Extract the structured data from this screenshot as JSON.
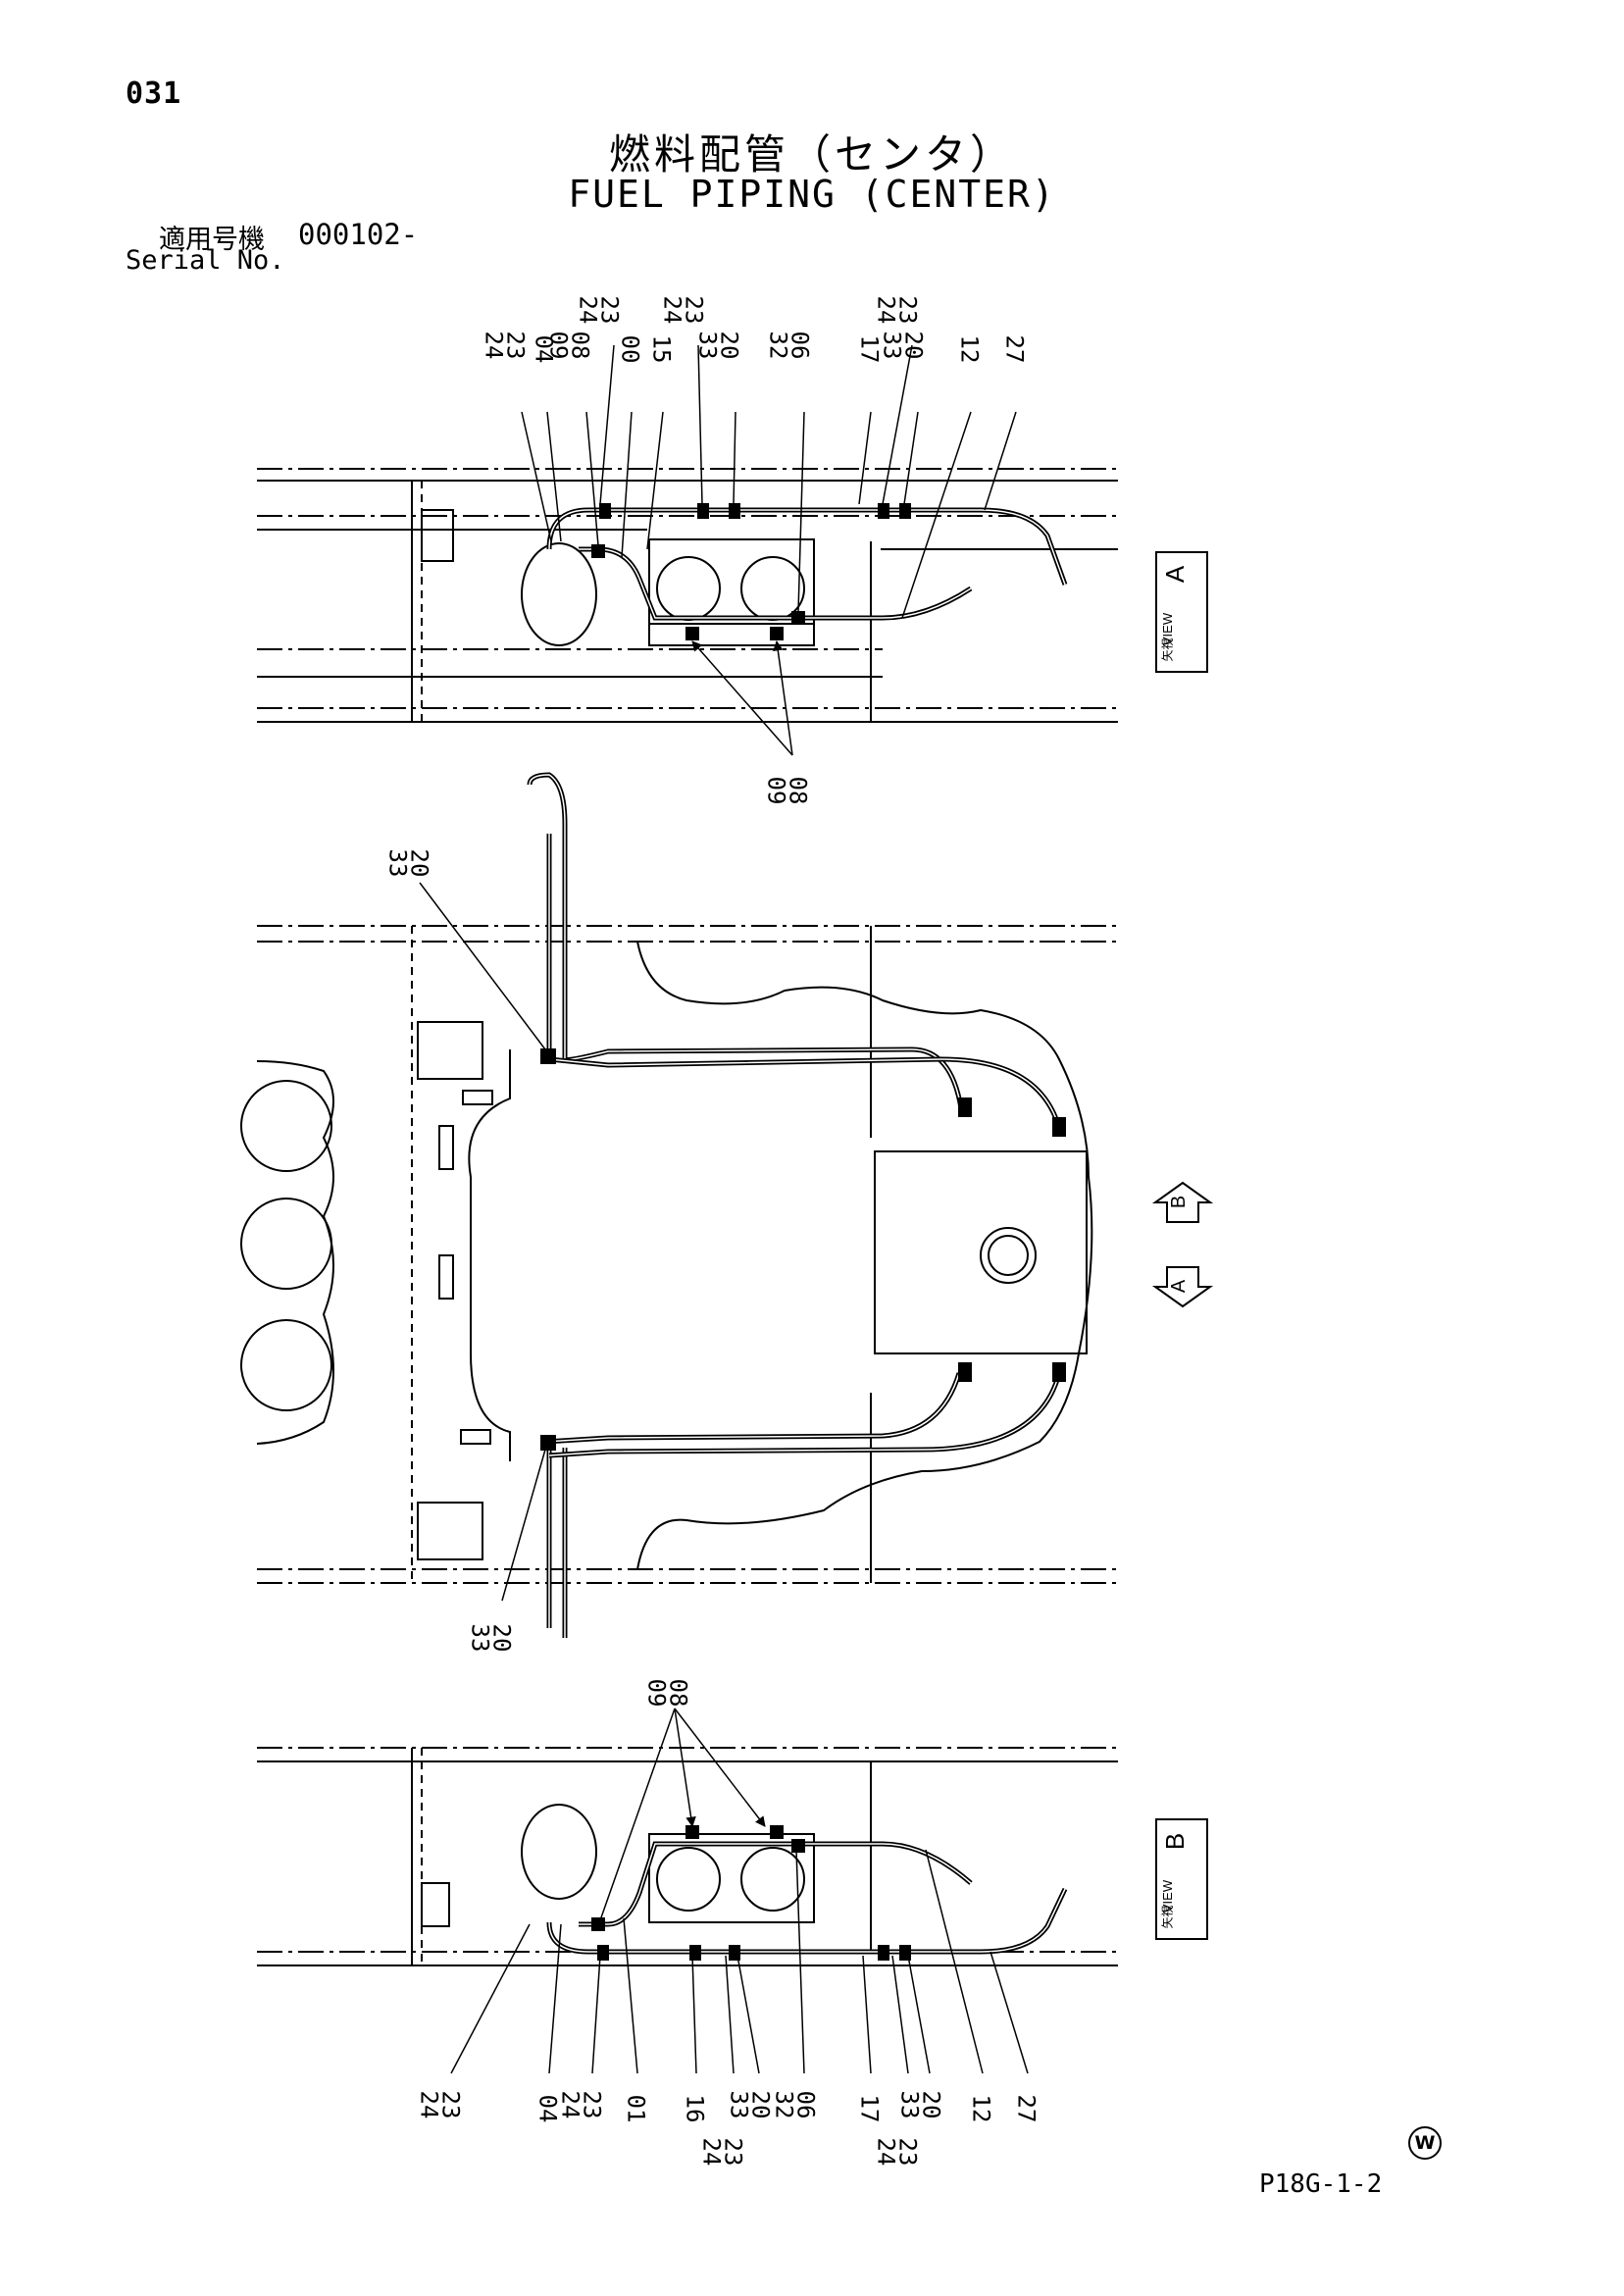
{
  "header": {
    "page_number": "031",
    "title_jp": "燃料配管（センタ）",
    "title_en": "FUEL PIPING (CENTER)",
    "serial_label_jp": "適用号機",
    "serial_value": "000102-",
    "serial_label_en": "Serial No."
  },
  "view_a": {
    "callouts_top": [
      "23\n24",
      "04",
      "08\n09",
      "00",
      "15",
      "20\n33",
      "06\n32",
      "17",
      "20\n33",
      "12",
      "27"
    ],
    "callouts_upper": [
      "23\n24",
      "23\n24",
      "23\n24"
    ],
    "callout_bottom": "08\n09",
    "view_label_jp": "矢視",
    "view_label_en": "VIEW",
    "view_letter": "A"
  },
  "main_view": {
    "callout_top": "20\n33",
    "callout_bottom": "20\n33",
    "arrow_b": "B",
    "arrow_a": "A"
  },
  "view_b": {
    "callout_top": "08\n09",
    "callouts_bottom": [
      "23\n24",
      "04",
      "23\n24",
      "01",
      "16",
      "20\n33",
      "06\n32",
      "17",
      "20\n33",
      "12",
      "27"
    ],
    "callouts_lower": [
      "23\n24",
      "23\n24"
    ],
    "view_label_jp": "矢視",
    "view_label_en": "VIEW",
    "view_letter": "B"
  },
  "footer": {
    "mark": "W",
    "doc_code": "P18G-1-2"
  }
}
